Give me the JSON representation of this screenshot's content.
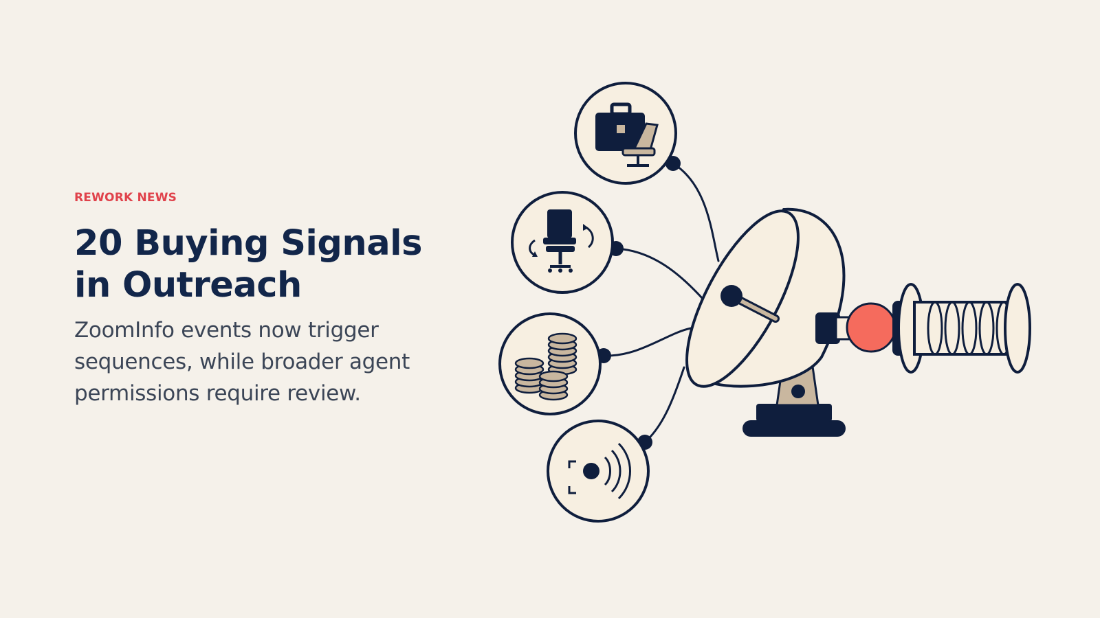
{
  "article": {
    "eyebrow": "REWORK NEWS",
    "title": "20 Buying Signals in Outreach",
    "summary": "ZoomInfo events now trigger sequences, while broader agent permissions require review."
  },
  "illustration": {
    "icons": [
      "briefcase-chair-icon",
      "office-chair-rotate-icon",
      "coin-stacks-icon",
      "signal-broadcast-icon",
      "satellite-dish-icon"
    ],
    "colors": {
      "navy": "#0f1e3d",
      "cream": "#f7efe1",
      "tan": "#c9b79f",
      "coral": "#f56b5d",
      "background": "#f5f1ea"
    }
  }
}
